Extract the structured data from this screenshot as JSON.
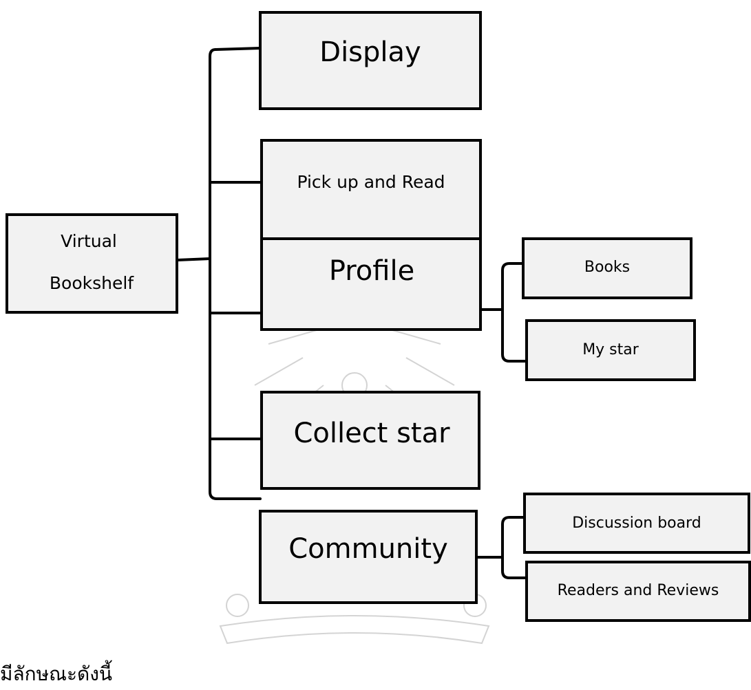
{
  "diagram": {
    "root": "Virtual\nBookshelf",
    "nodes": {
      "display": "Display",
      "pick_up_and_read": "Pick up and Read",
      "profile": "Profile",
      "books": "Books",
      "my_star": "My star",
      "collect_star": "Collect star",
      "community": "Community",
      "discussion_board": "Discussion board",
      "readers_and_reviews": "Readers and Reviews"
    },
    "edges": [
      [
        "root",
        "display"
      ],
      [
        "root",
        "pick_up_and_read"
      ],
      [
        "root",
        "profile"
      ],
      [
        "root",
        "collect_star"
      ],
      [
        "root",
        "community"
      ],
      [
        "profile",
        "books"
      ],
      [
        "profile",
        "my_star"
      ],
      [
        "community",
        "discussion_board"
      ],
      [
        "community",
        "readers_and_reviews"
      ]
    ]
  },
  "footer_text": "มีลักษณะดังนี้"
}
